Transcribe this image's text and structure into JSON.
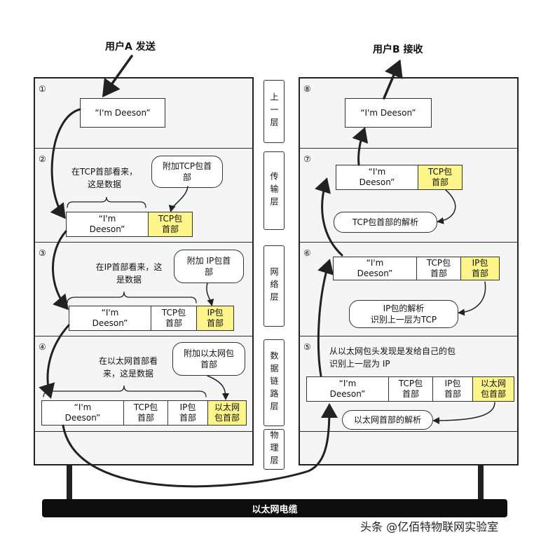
{
  "sender_title": "用户A 发送",
  "receiver_title": "用户B 接收",
  "layers": [
    "上一层",
    "传输层",
    "网络层",
    "数据链路层",
    "物理层"
  ],
  "step_numbers": [
    "①",
    "②",
    "③",
    "④",
    "⑤",
    "⑥",
    "⑦",
    "⑧"
  ],
  "data_text": "“I'm Deeson”",
  "data_text_wrapped": "“I'm\nDeeson”",
  "tcp_header": "TCP包\n首部",
  "ip_header": "IP包\n首部",
  "eth_header": "以太网\n包首部",
  "left": {
    "s2_note": "在TCP首部看来，\n这是数据",
    "s2_bubble": "附加TCP包首\n部",
    "s3_note": "在IP首部看来，这\n是数据",
    "s3_bubble": "附加 IP包首\n部",
    "s4_note": "在以太网首部看\n来，这是数据",
    "s4_bubble": "附加以太网包\n首部"
  },
  "right": {
    "s7_bubble": "TCP包首部的解析",
    "s6_bubble": "IP包的解析\n识别上一层为TCP",
    "s5_note": "从以太网包头发现是发给自己的包\n识别上一层为 IP",
    "s5_bubble": "以太网首部的解析"
  },
  "cable_label": "以太网电缆",
  "watermark": "头条 @亿佰特物联网实验室"
}
